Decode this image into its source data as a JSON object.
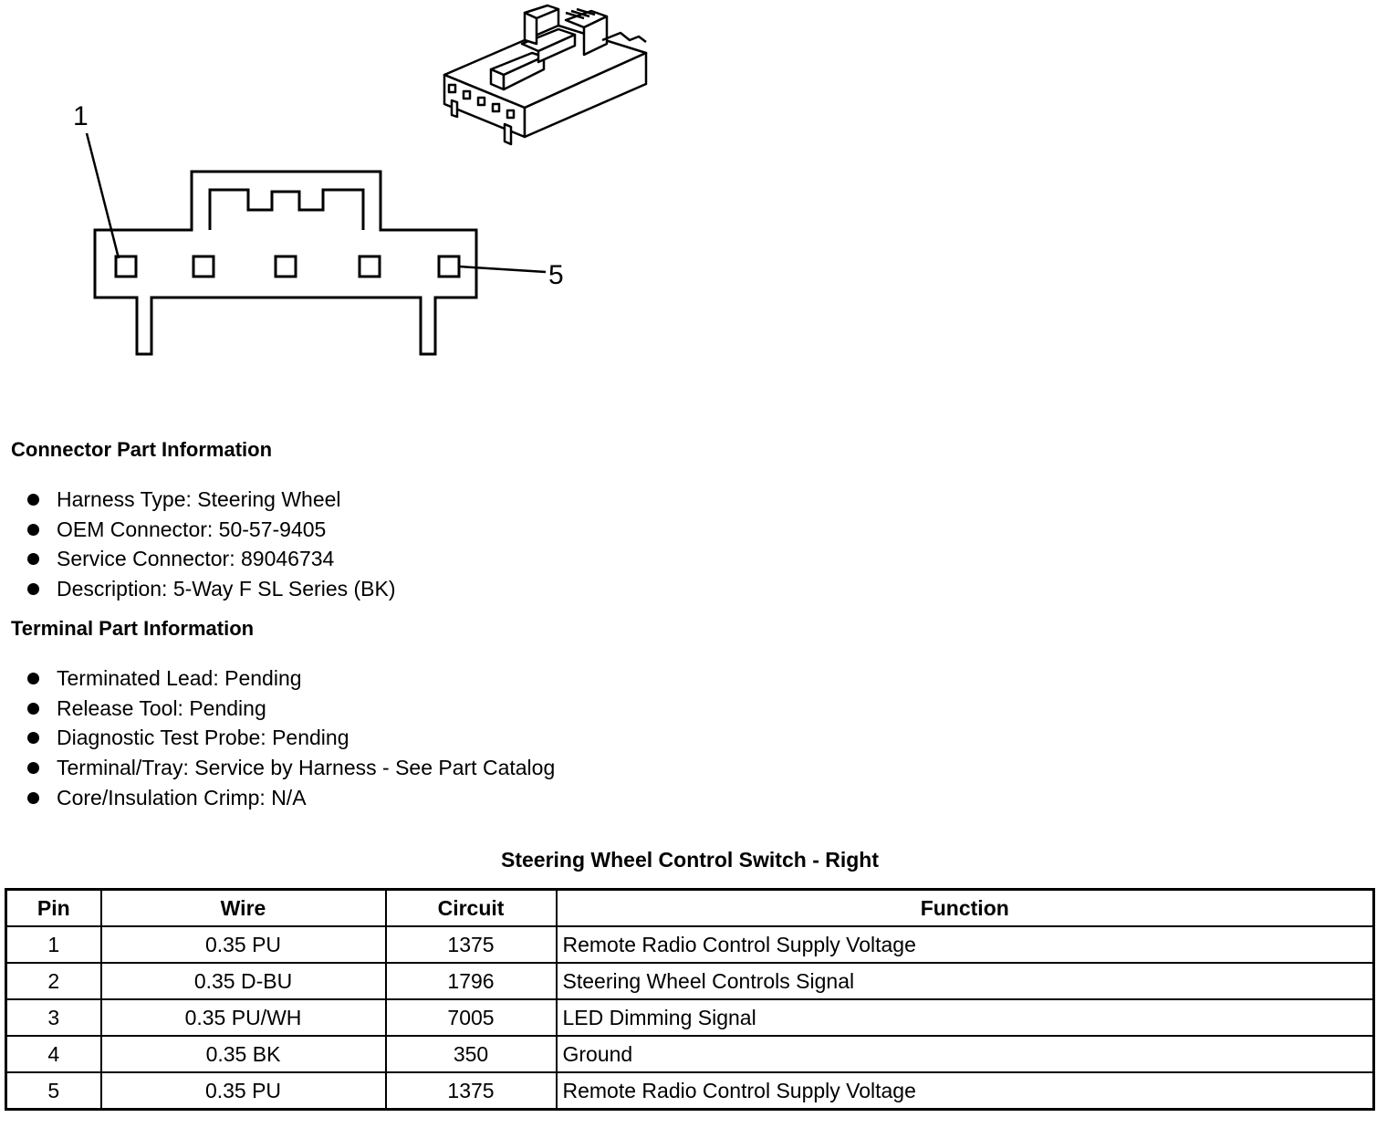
{
  "diagram": {
    "pin_labels": {
      "first": "1",
      "last": "5"
    }
  },
  "connector_info": {
    "heading": "Connector Part Information",
    "items": [
      "Harness Type: Steering Wheel",
      "OEM Connector: 50-57-9405",
      "Service Connector: 89046734",
      "Description: 5-Way F SL Series (BK)"
    ]
  },
  "terminal_info": {
    "heading": "Terminal Part Information",
    "items": [
      "Terminated Lead: Pending",
      "Release Tool: Pending",
      "Diagnostic Test Probe: Pending",
      "Terminal/Tray: Service by Harness - See Part Catalog",
      "Core/Insulation Crimp: N/A"
    ]
  },
  "pin_table": {
    "title": "Steering Wheel Control Switch - Right",
    "headers": [
      "Pin",
      "Wire",
      "Circuit",
      "Function"
    ],
    "rows": [
      [
        "1",
        "0.35 PU",
        "1375",
        "Remote Radio Control Supply Voltage"
      ],
      [
        "2",
        "0.35 D-BU",
        "1796",
        "Steering Wheel Controls Signal"
      ],
      [
        "3",
        "0.35 PU/WH",
        "7005",
        "LED Dimming Signal"
      ],
      [
        "4",
        "0.35 BK",
        "350",
        "Ground"
      ],
      [
        "5",
        "0.35 PU",
        "1375",
        "Remote Radio Control Supply Voltage"
      ]
    ]
  }
}
